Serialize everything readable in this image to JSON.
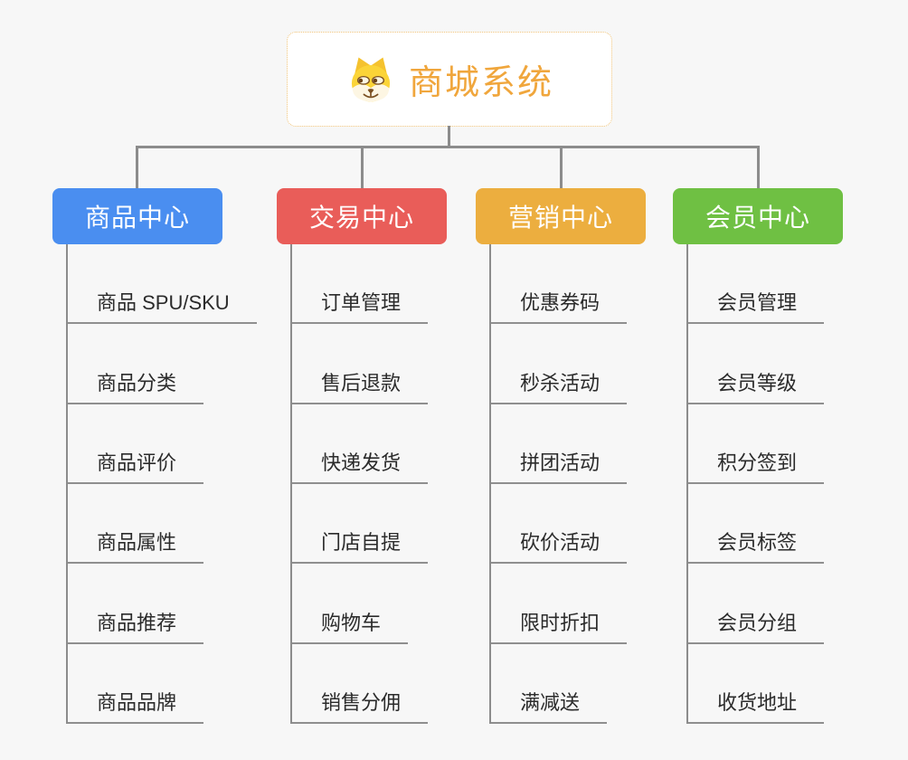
{
  "root": {
    "title": "商城系统",
    "icon": "dog-face-icon"
  },
  "branches": [
    {
      "label": "商品中心",
      "color": "#4A8EF0",
      "items": [
        "商品 SPU/SKU",
        "商品分类",
        "商品评价",
        "商品属性",
        "商品推荐",
        "商品品牌"
      ]
    },
    {
      "label": "交易中心",
      "color": "#E95D59",
      "items": [
        "订单管理",
        "售后退款",
        "快递发货",
        "门店自提",
        "购物车",
        "销售分佣"
      ]
    },
    {
      "label": "营销中心",
      "color": "#ECAE3F",
      "items": [
        "优惠券码",
        "秒杀活动",
        "拼团活动",
        "砍价活动",
        "限时折扣",
        "满减送"
      ]
    },
    {
      "label": "会员中心",
      "color": "#6FC043",
      "items": [
        "会员管理",
        "会员等级",
        "积分签到",
        "会员标签",
        "会员分组",
        "收货地址"
      ]
    }
  ],
  "colors": {
    "title_text": "#F0A63C",
    "connector_line": "#8C8C8C",
    "item_text": "#2B2B2B",
    "background": "#F7F7F7",
    "root_border": "#F0C47A"
  }
}
